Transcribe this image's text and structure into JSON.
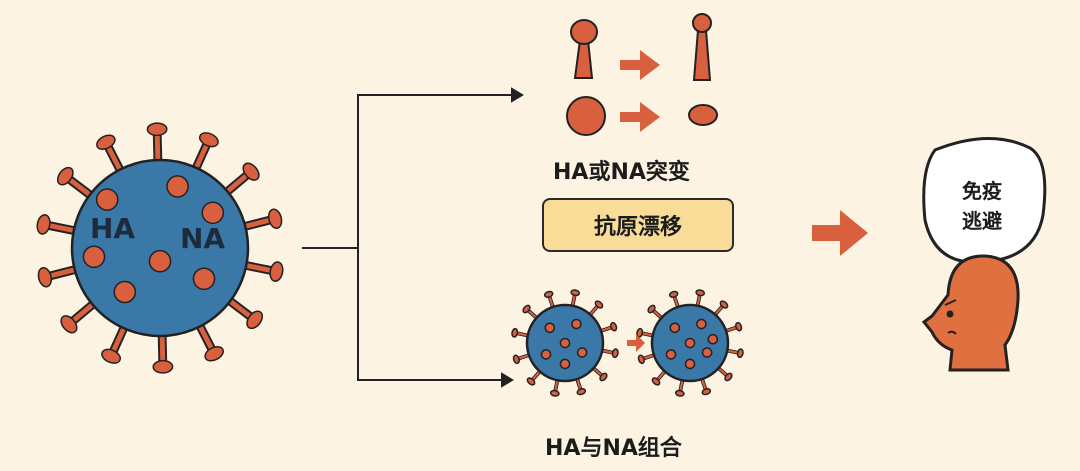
{
  "virus_labels": {
    "ha": "HA",
    "na": "NA"
  },
  "mutation_label": "HA或NA突变",
  "drift_label": "抗原漂移",
  "reassortment_label": "HA与NA组合",
  "bubble": {
    "line1": "免疫",
    "line2": "逃避"
  },
  "colors": {
    "background": "#fcf3e2",
    "virus": "#3a78a8",
    "spike": "#d9603f",
    "box": "#f8dc98"
  }
}
